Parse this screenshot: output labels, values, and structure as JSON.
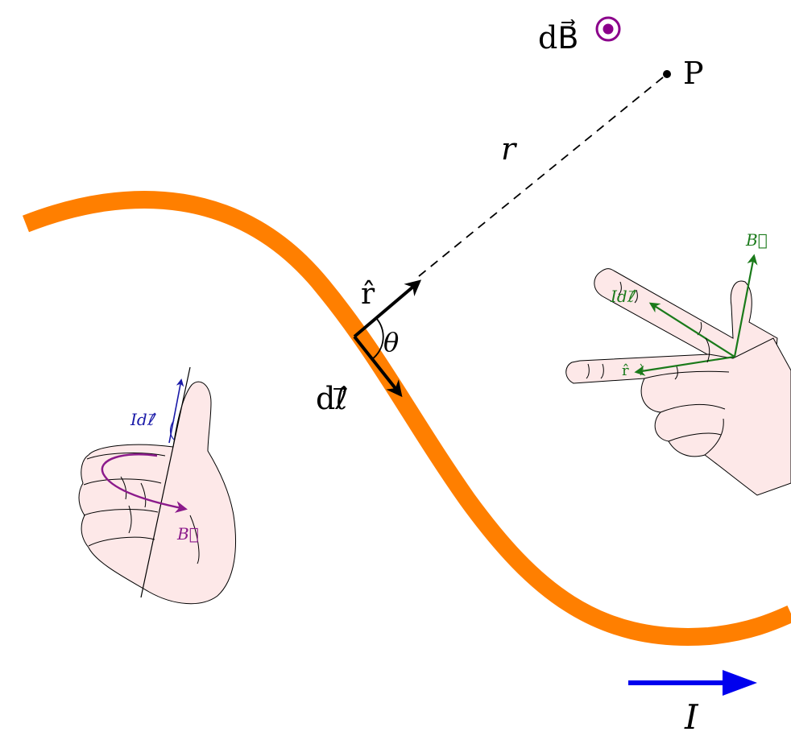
{
  "labels": {
    "dB": "dB⃗",
    "point": "P",
    "r": "r",
    "rhat": "r̂",
    "theta": "θ",
    "dl": "dℓ⃗",
    "current": "I",
    "left_Idl": "Idℓ⃗",
    "left_B": "B⃗",
    "right_B": "B⃗",
    "right_Idl": "Idℓ⃗",
    "right_rhat": "r̂"
  },
  "colors": {
    "wire": "#ff7f00",
    "current_arrow": "#0000ee",
    "field_marker": "#8b008b",
    "left_B": "#8b1a8b",
    "left_Idl": "#1a1aa8",
    "right_hand_vectors": "#1a7a1a",
    "skin": "#fde8e8",
    "ink": "#000000"
  },
  "icons": {
    "field_direction": "out-of-page-dot-circle-icon",
    "left_hand": "thumbs-up-right-hand-rule-icon",
    "right_hand": "three-finger-right-hand-rule-icon"
  }
}
